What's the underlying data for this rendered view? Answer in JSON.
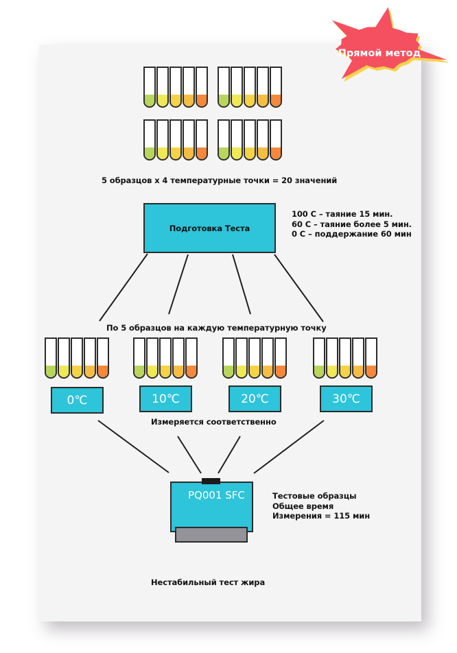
{
  "badge": {
    "label": "Прямой метод",
    "color": "#f4505f",
    "shadow_color": "#f7d24a"
  },
  "top_samples": {
    "caption": "5 образцов x 4 температурные точки = 20 значений",
    "groups": 4,
    "tubes_per_group": 5
  },
  "tube_colors": [
    "#b9d65c",
    "#efe857",
    "#f5d346",
    "#f5bd44",
    "#f5883a"
  ],
  "tube_fill_fraction": 0.3,
  "prep": {
    "title": "Подготовка Теста",
    "notes": [
      "100 C – таяние 15 мин.",
      "60 C – таяние более 5 мин.",
      "0 C – поддержание 60 мин"
    ]
  },
  "per_point_caption": "По 5 образцов на каждую температурную точку",
  "temperature_points": [
    {
      "label": "0℃"
    },
    {
      "label": "10℃"
    },
    {
      "label": "20℃"
    },
    {
      "label": "30℃"
    }
  ],
  "measured_caption": "Измеряется соответственно",
  "device": {
    "name": "PQ001 SFC",
    "notes": [
      "Тестовые образцы",
      "Общее время",
      "Измерения = 115 мин"
    ]
  },
  "footer_caption": "Нестабильный тест жира",
  "colors": {
    "cyan": "#2ec4d9",
    "outline": "#2b2b2b",
    "tray": "#949399",
    "page": "#f4f4f4"
  }
}
